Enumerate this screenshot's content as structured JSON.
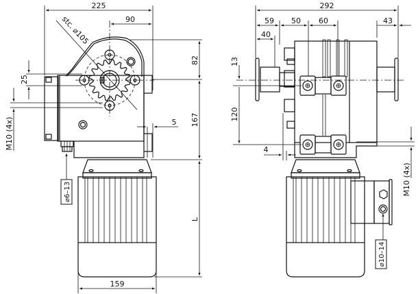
{
  "drawing": {
    "title": "Gear motor dimensional drawing",
    "side_view": {
      "dims": {
        "overall_width": "225",
        "shaft_offset": "90",
        "sprocket_pcd": "stc. ⌀105",
        "top_height": "82",
        "lower_height": "167",
        "flange_gap": "5",
        "mount_spacing": "25",
        "motor_length": "L",
        "motor_diameter": "159"
      },
      "callouts": {
        "mount_thread": "M10 (4x)",
        "cable_gland": "⌀6–13"
      }
    },
    "front_view": {
      "dims": {
        "overall_width": "292",
        "left_extension": "59",
        "left_hub": "40",
        "bolt_offset_1": "50",
        "bolt_spacing": "60",
        "right_extension": "43",
        "shaft_offset": "13",
        "bolt_vertical": "120",
        "flange_gap": "4"
      },
      "callouts": {
        "mount_thread": "M10 (4x)",
        "cable_gland": "⌀10–14"
      }
    }
  }
}
